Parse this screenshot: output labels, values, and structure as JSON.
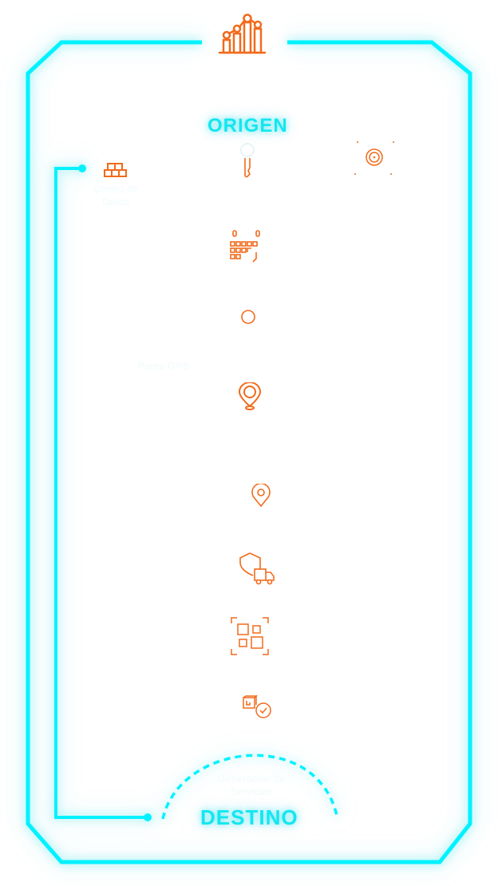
{
  "diagram": {
    "title_icon": "chart-growth-icon",
    "origin_label": "ORIGEN",
    "destination_label": "DESTINO",
    "colors": {
      "frame": "#00f2ff",
      "icon": "#f26a1b",
      "background": "#ffffff"
    },
    "ghost_labels": [
      "Centro de Datos",
      "Punto GPS",
      "Generación de Servicios"
    ],
    "steps": [
      {
        "icon": "warehouse-boxes-icon"
      },
      {
        "icon": "key-icon"
      },
      {
        "icon": "target-icon"
      },
      {
        "icon": "calendar-icon"
      },
      {
        "icon": "circle-icon"
      },
      {
        "icon": "location-pin-large-icon"
      },
      {
        "icon": "location-pin-icon"
      },
      {
        "icon": "shield-truck-icon"
      },
      {
        "icon": "scan-squares-icon"
      },
      {
        "icon": "package-check-icon"
      }
    ]
  }
}
